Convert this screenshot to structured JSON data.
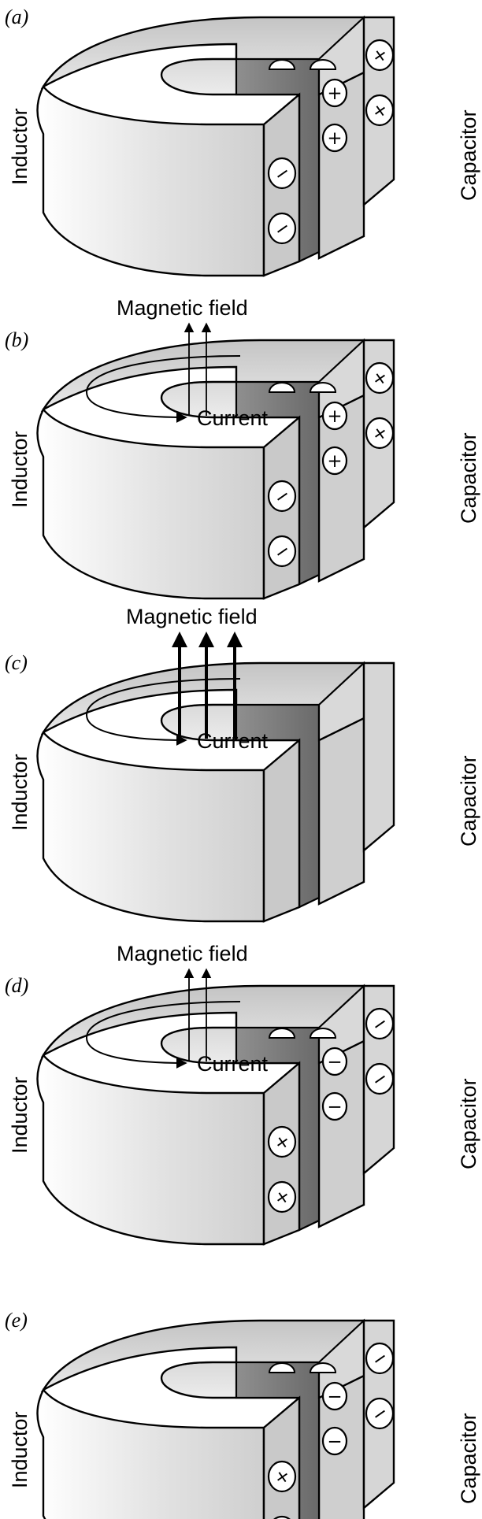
{
  "side_labels": {
    "left": "Inductor",
    "right": "Capacitor"
  },
  "panels": [
    {
      "label": "(a)",
      "magnetic_field_label": "",
      "current_label": "",
      "field_strength": "none",
      "charge": "left-minus-right-plus"
    },
    {
      "label": "(b)",
      "magnetic_field_label": "Magnetic field",
      "current_label": "Current",
      "field_strength": "thin",
      "charge": "left-minus-right-plus"
    },
    {
      "label": "(c)",
      "magnetic_field_label": "Magnetic field",
      "current_label": "Current",
      "field_strength": "strong",
      "charge": "none"
    },
    {
      "label": "(d)",
      "magnetic_field_label": "Magnetic field",
      "current_label": "Current",
      "field_strength": "thin",
      "charge": "left-plus-right-minus"
    },
    {
      "label": "(e)",
      "magnetic_field_label": "",
      "current_label": "",
      "field_strength": "none",
      "charge": "left-plus-right-minus"
    }
  ]
}
